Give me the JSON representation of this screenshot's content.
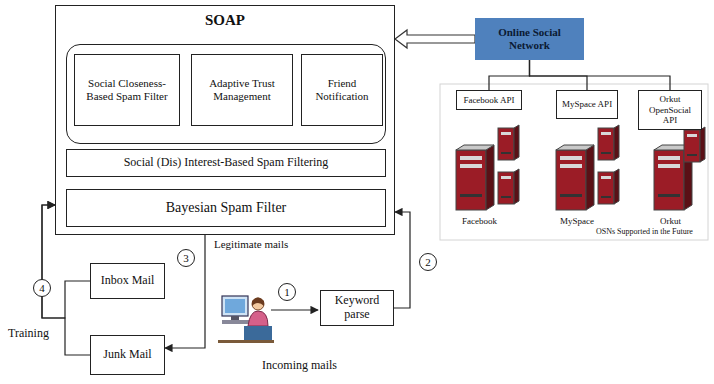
{
  "diagram": {
    "nodes": [
      {
        "text": [
          "SOAP"
        ]
      },
      {
        "text": [
          "Social Closeness-Based Spam Filter"
        ],
        "in": 0
      },
      {
        "text": [
          "Adaptive Trust Management"
        ],
        "in": 0
      },
      {
        "text": [
          "Friend Notification"
        ],
        "in": 0
      },
      {
        "text": [
          "Social (Dis) Interest-Based Spam Filtering"
        ],
        "in": 0
      },
      {
        "text": [
          "Bayesian Spam Filter"
        ],
        "in": 0
      },
      {
        "text": [
          "Online Social Network"
        ]
      },
      {
        "text": [
          "Facebook API"
        ]
      },
      {
        "text": [
          "MySpace API"
        ]
      },
      {
        "text": [
          "Orkut OpenSocial API"
        ]
      },
      {
        "text": [
          "Inbox Mail"
        ]
      },
      {
        "text": [
          "Junk Mail"
        ]
      },
      {
        "text": [
          "Keyword parse"
        ]
      }
    ],
    "edges": [
      {
        "from": 6,
        "to": 0,
        "arrow": "to"
      },
      {
        "from": 6,
        "to": 7,
        "arrow": "none"
      },
      {
        "from": 6,
        "to": 8,
        "arrow": "none"
      },
      {
        "from": 6,
        "to": 9,
        "arrow": "none"
      },
      {
        "from": 12,
        "to": 0,
        "arrow": "to"
      },
      {
        "from": 0,
        "to": 11,
        "arrow": "to"
      },
      {
        "from": 10,
        "to": 0,
        "arrow": "to"
      },
      {
        "from": 11,
        "to": 0,
        "arrow": "to"
      }
    ],
    "labels": [
      "Facebook",
      "MySpace",
      "Orkut",
      "OSNs Supported in the Future",
      "Legitimate mails",
      "3",
      "2",
      "4",
      "Training",
      "1",
      "Incoming mails"
    ]
  }
}
